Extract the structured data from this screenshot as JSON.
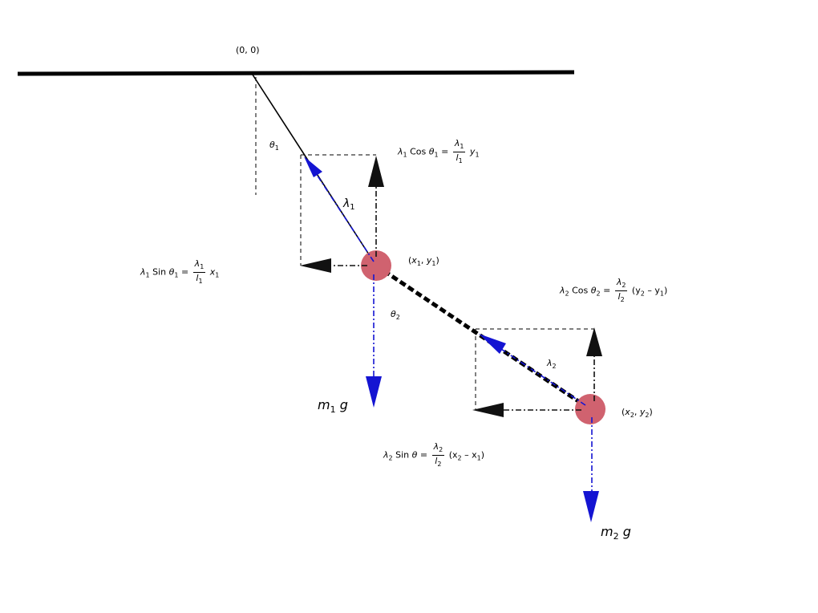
{
  "origin_label": "(0, 0)",
  "theta1": {
    "sym": "θ",
    "sub": "1"
  },
  "theta2": {
    "sym": "θ",
    "sub": "2"
  },
  "lambda1": {
    "sym": "λ",
    "sub": "1"
  },
  "lambda2": {
    "sym": "λ",
    "sub": "2"
  },
  "mass1_coord": {
    "x": "x",
    "xs": "1",
    "y": "y",
    "ys": "1"
  },
  "mass2_coord": {
    "x": "x",
    "xs": "2",
    "y": "y",
    "ys": "2"
  },
  "m1g": {
    "m": "m",
    "sub": "1",
    "g": "g"
  },
  "m2g": {
    "m": "m",
    "sub": "2",
    "g": "g"
  },
  "eq_cos1": {
    "lhs_sym": "λ",
    "lhs_sub": "1",
    "func": "Cos",
    "ang": "θ",
    "ang_sub": "1",
    "eq": "=",
    "num": "λ",
    "num_sub": "1",
    "den": "l",
    "den_sub": "1",
    "rhs": "y",
    "rhs_sub": "1"
  },
  "eq_sin1": {
    "lhs_sym": "λ",
    "lhs_sub": "1",
    "func": "Sin",
    "ang": "θ",
    "ang_sub": "1",
    "eq": "=",
    "num": "λ",
    "num_sub": "1",
    "den": "l",
    "den_sub": "1",
    "rhs": "x",
    "rhs_sub": "1"
  },
  "eq_cos2": {
    "lhs_sym": "λ",
    "lhs_sub": "2",
    "func": "Cos",
    "ang": "θ",
    "ang_sub": "2",
    "eq": "=",
    "num": "λ",
    "num_sub": "2",
    "den": "l",
    "den_sub": "2",
    "rhs": "(y",
    "rhs_sub": "2",
    "rhs2": "– y",
    "rhs2_sub": "1",
    "close": ")"
  },
  "eq_sin2": {
    "lhs_sym": "λ",
    "lhs_sub": "2",
    "func": "Sin",
    "ang": "θ",
    "eq": "=",
    "num": "λ",
    "num_sub": "2",
    "den": "l",
    "den_sub": "2",
    "rhs": "(x",
    "rhs_sub": "2",
    "rhs2": "– x",
    "rhs2_sub": "1",
    "close": ")"
  },
  "colors": {
    "mass": "#d0626f",
    "tension": "#1414d2",
    "gravity": "#1414d2",
    "component": "#111111",
    "line": "#000000"
  }
}
